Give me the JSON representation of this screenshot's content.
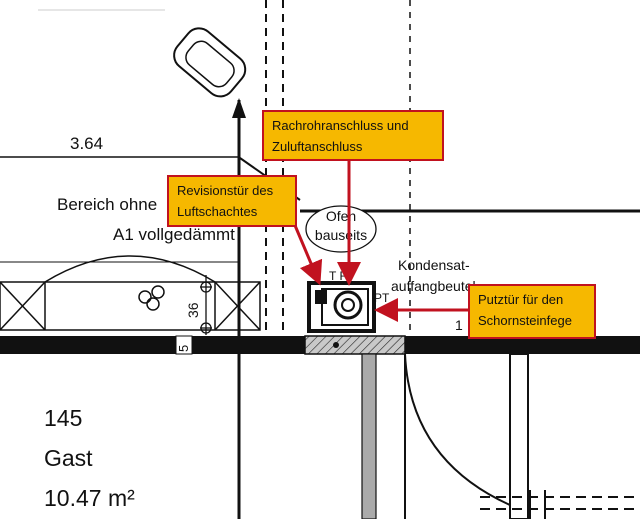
{
  "plan": {
    "dimension_top": "3.64",
    "zone_label_line1": "Bereich ohne",
    "zone_label_line2": "A1 vollgedämmt",
    "oven_line1": "Ofen",
    "oven_line2": "bauseits",
    "condensate_line1": "Kondensat-",
    "condensate_line2": "auffangbeutel",
    "dim_side": "36",
    "dim_small": "5",
    "small_right_1": "1",
    "small_tr": "T R",
    "small_pt": "PT",
    "room_number": "145",
    "room_name": "Gast",
    "room_area": "10.47 m²"
  },
  "callouts": {
    "smoke_pipe": "Rachrohranschluss und Zuluftanschluss",
    "revision_door": "Revisionstür des Luftschachtes",
    "cleaning_door": "Putztür für den Schornsteinfege"
  },
  "colors": {
    "callout_fill": "#f6b800",
    "callout_border": "#c1121f",
    "arrow": "#c1121f",
    "line": "#111111",
    "hatch_fill": "#bbbbbb"
  }
}
